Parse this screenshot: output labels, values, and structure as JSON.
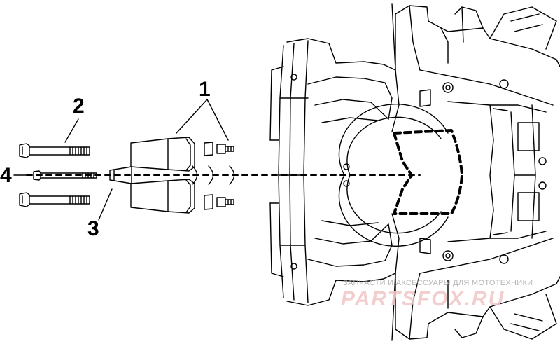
{
  "callouts": {
    "part1": "1",
    "part2": "2",
    "part3": "3",
    "part4": "4"
  },
  "watermark": {
    "caption": "ЗАПЧАСТИ И АКСЕССУАРЫ ДЛЯ МОТОТЕХНИКИ",
    "logo": "PARTSFOX.RU"
  },
  "colors": {
    "line": "#000000",
    "background": "#ffffff",
    "watermark_logo": "#f1c9c9",
    "watermark_caption": "#b8b8b8"
  }
}
